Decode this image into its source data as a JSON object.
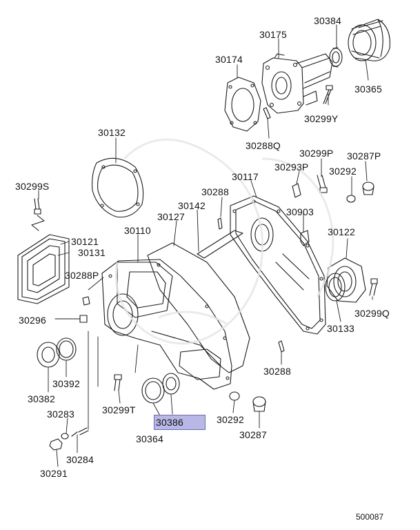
{
  "parts": [
    {
      "key": "30384",
      "label": "30384"
    },
    {
      "key": "30175",
      "label": "30175"
    },
    {
      "key": "30365",
      "label": "30365"
    },
    {
      "key": "30174",
      "label": "30174"
    },
    {
      "key": "30299Y",
      "label": "30299Y"
    },
    {
      "key": "30288Q",
      "label": "30288Q"
    },
    {
      "key": "30132",
      "label": "30132"
    },
    {
      "key": "30299P",
      "label": "30299P"
    },
    {
      "key": "30287P",
      "label": "30287P"
    },
    {
      "key": "30293P",
      "label": "30293P"
    },
    {
      "key": "30292a",
      "label": "30292"
    },
    {
      "key": "30117",
      "label": "30117"
    },
    {
      "key": "30288a",
      "label": "30288"
    },
    {
      "key": "30299S",
      "label": "30299S"
    },
    {
      "key": "30142",
      "label": "30142"
    },
    {
      "key": "30903",
      "label": "30903"
    },
    {
      "key": "30127",
      "label": "30127"
    },
    {
      "key": "30110",
      "label": "30110"
    },
    {
      "key": "30122",
      "label": "30122"
    },
    {
      "key": "30121",
      "label": "30121"
    },
    {
      "key": "30131",
      "label": "30131"
    },
    {
      "key": "30288P",
      "label": "30288P"
    },
    {
      "key": "30299Q",
      "label": "30299Q"
    },
    {
      "key": "30296",
      "label": "30296"
    },
    {
      "key": "30133",
      "label": "30133"
    },
    {
      "key": "30288b",
      "label": "30288"
    },
    {
      "key": "30392",
      "label": "30392"
    },
    {
      "key": "30382",
      "label": "30382"
    },
    {
      "key": "30299T",
      "label": "30299T"
    },
    {
      "key": "30283",
      "label": "30283"
    },
    {
      "key": "30386",
      "label": "30386",
      "highlighted": true
    },
    {
      "key": "30292b",
      "label": "30292"
    },
    {
      "key": "30364",
      "label": "30364"
    },
    {
      "key": "30287",
      "label": "30287"
    },
    {
      "key": "30284",
      "label": "30284"
    },
    {
      "key": "30291",
      "label": "30291"
    }
  ],
  "diagram_code": "500087",
  "colors": {
    "line": "#1a1a1a",
    "highlight_fill": "#b9b7e6",
    "highlight_border": "#6b6bb0"
  }
}
